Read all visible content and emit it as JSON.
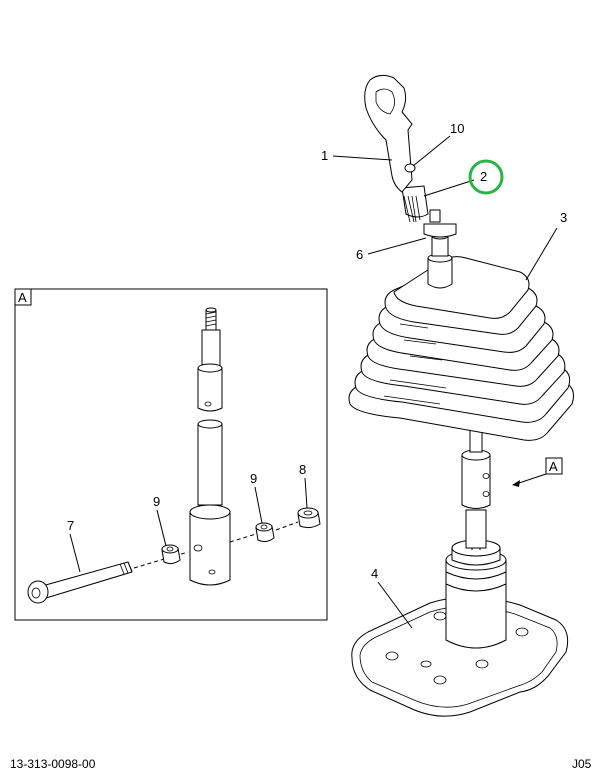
{
  "callouts": {
    "c1": "1",
    "c2": "2",
    "c3": "3",
    "c4": "4",
    "c6": "6",
    "c10": "10",
    "cA_main": "A",
    "a_box_label": "A",
    "a7": "7",
    "a8": "8",
    "a9_left": "9",
    "a9_right": "9"
  },
  "footer": {
    "part_number": "13-313-0098-00",
    "page_code": "J05"
  },
  "highlight": {
    "color": "#2bb34a",
    "callout": "2"
  }
}
